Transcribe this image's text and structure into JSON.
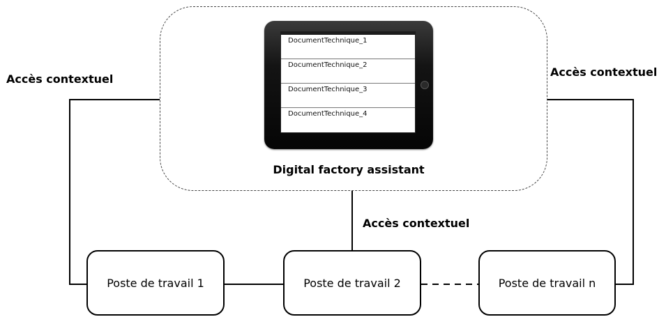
{
  "assistant": {
    "caption": "Digital factory assistant",
    "documents": [
      "DocumentTechnique_1",
      "DocumentTechnique_2",
      "DocumentTechnique_3",
      "DocumentTechnique_4"
    ]
  },
  "links": {
    "left_label": "Accès contextuel",
    "right_label": "Accès contextuel",
    "center_label": "Accès contextuel"
  },
  "stations": [
    {
      "label": "Poste de travail 1"
    },
    {
      "label": "Poste de travail 2"
    },
    {
      "label": "Poste de travail n"
    }
  ]
}
